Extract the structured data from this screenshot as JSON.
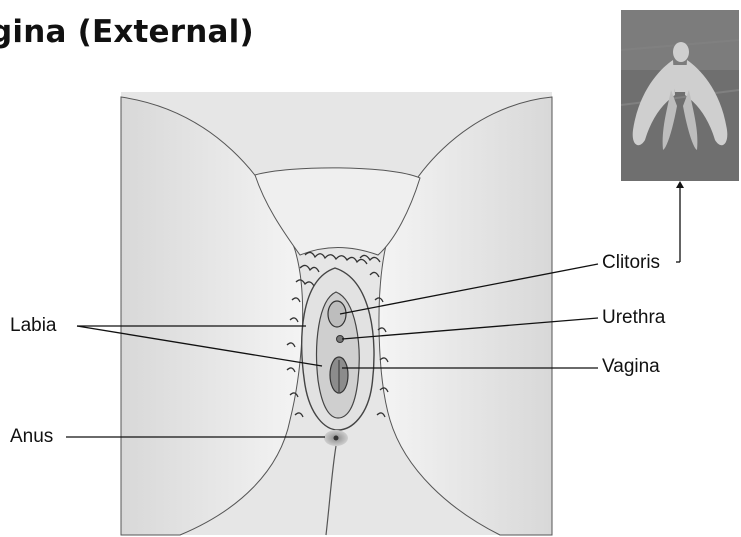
{
  "title": "gina (External)",
  "labels": {
    "labia": "Labia",
    "anus": "Anus",
    "clitoris": "Clitoris",
    "urethra": "Urethra",
    "vagina": "Vagina"
  },
  "colors": {
    "line": "#111111",
    "sketch": "#555555",
    "shade": "#9a9a9a",
    "photo_bg": "#6f6f6f",
    "model": "#cfcfcf"
  }
}
